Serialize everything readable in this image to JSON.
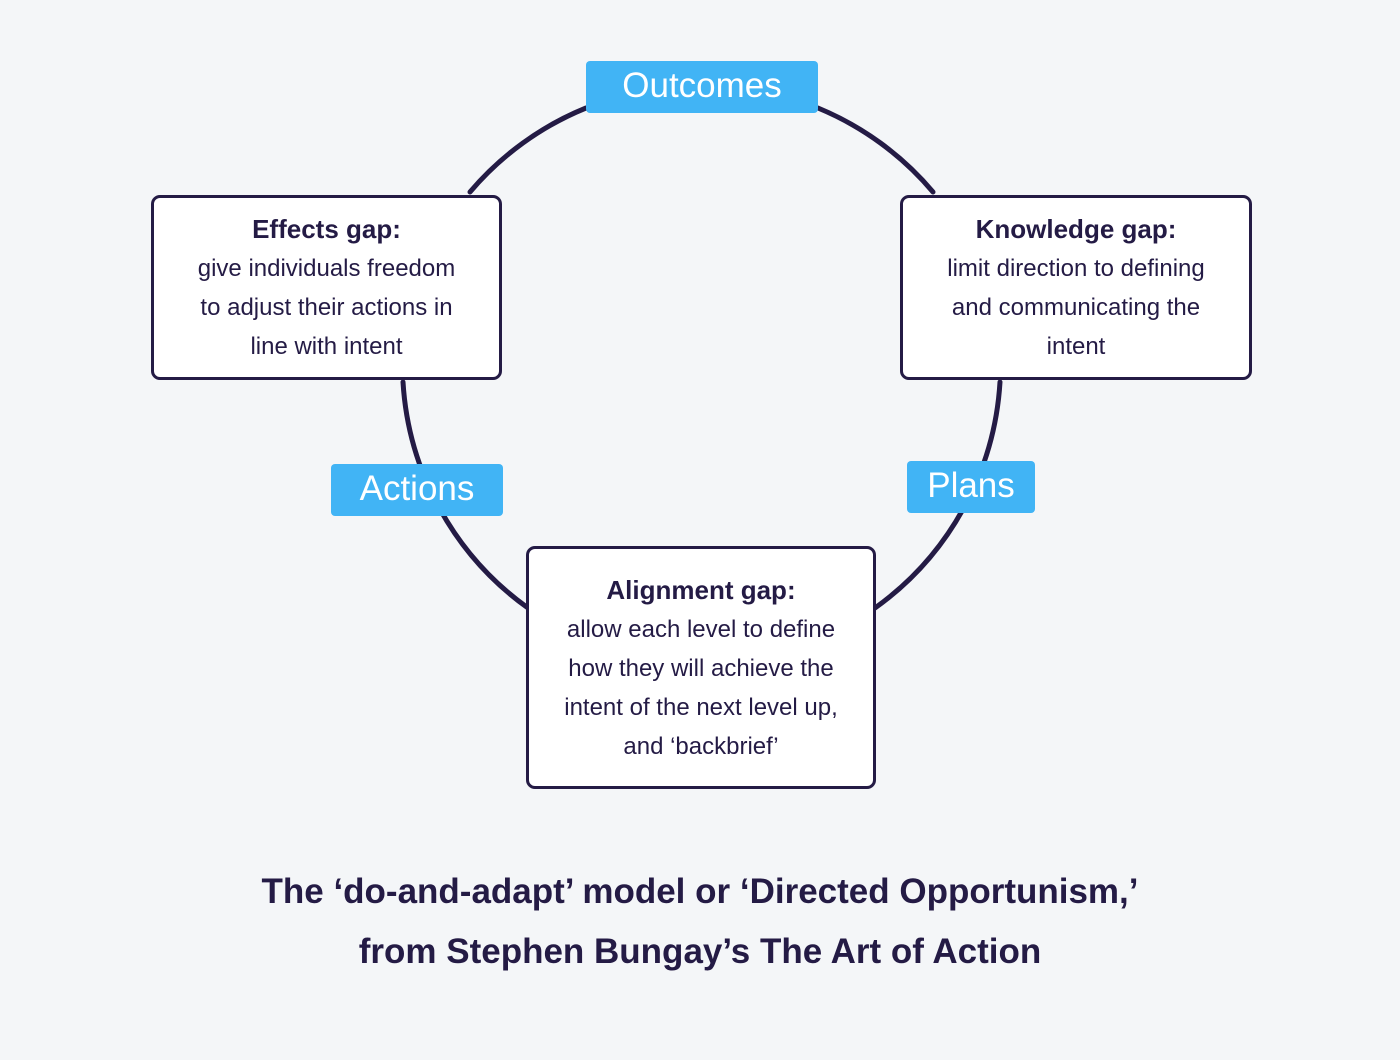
{
  "theme": {
    "background": "#f4f6f8",
    "ink": "#241b45",
    "accent": "#41b4f5",
    "box_fill": "#ffffff"
  },
  "diagram": {
    "type": "cycle",
    "stages": [
      {
        "id": "outcomes",
        "label": "Outcomes",
        "position": "top"
      },
      {
        "id": "plans",
        "label": "Plans",
        "position": "right"
      },
      {
        "id": "actions",
        "label": "Actions",
        "position": "left"
      }
    ],
    "gaps": [
      {
        "id": "effects",
        "title": "Effects gap:",
        "lines": [
          "give individuals freedom",
          "to adjust their actions in",
          "line with intent"
        ],
        "position": "top-left"
      },
      {
        "id": "knowledge",
        "title": "Knowledge gap:",
        "lines": [
          "limit direction to defining",
          "and communicating the",
          "intent"
        ],
        "position": "top-right"
      },
      {
        "id": "alignment",
        "title": "Alignment gap:",
        "lines": [
          "allow each level to define",
          "how they will achieve the",
          "intent of the next level up,",
          "and ‘backbrief’"
        ],
        "position": "bottom"
      }
    ]
  },
  "caption": {
    "line1": "The ‘do-and-adapt’ model or ‘Directed Opportunism,’",
    "line2": "from Stephen Bungay’s The Art of Action"
  }
}
